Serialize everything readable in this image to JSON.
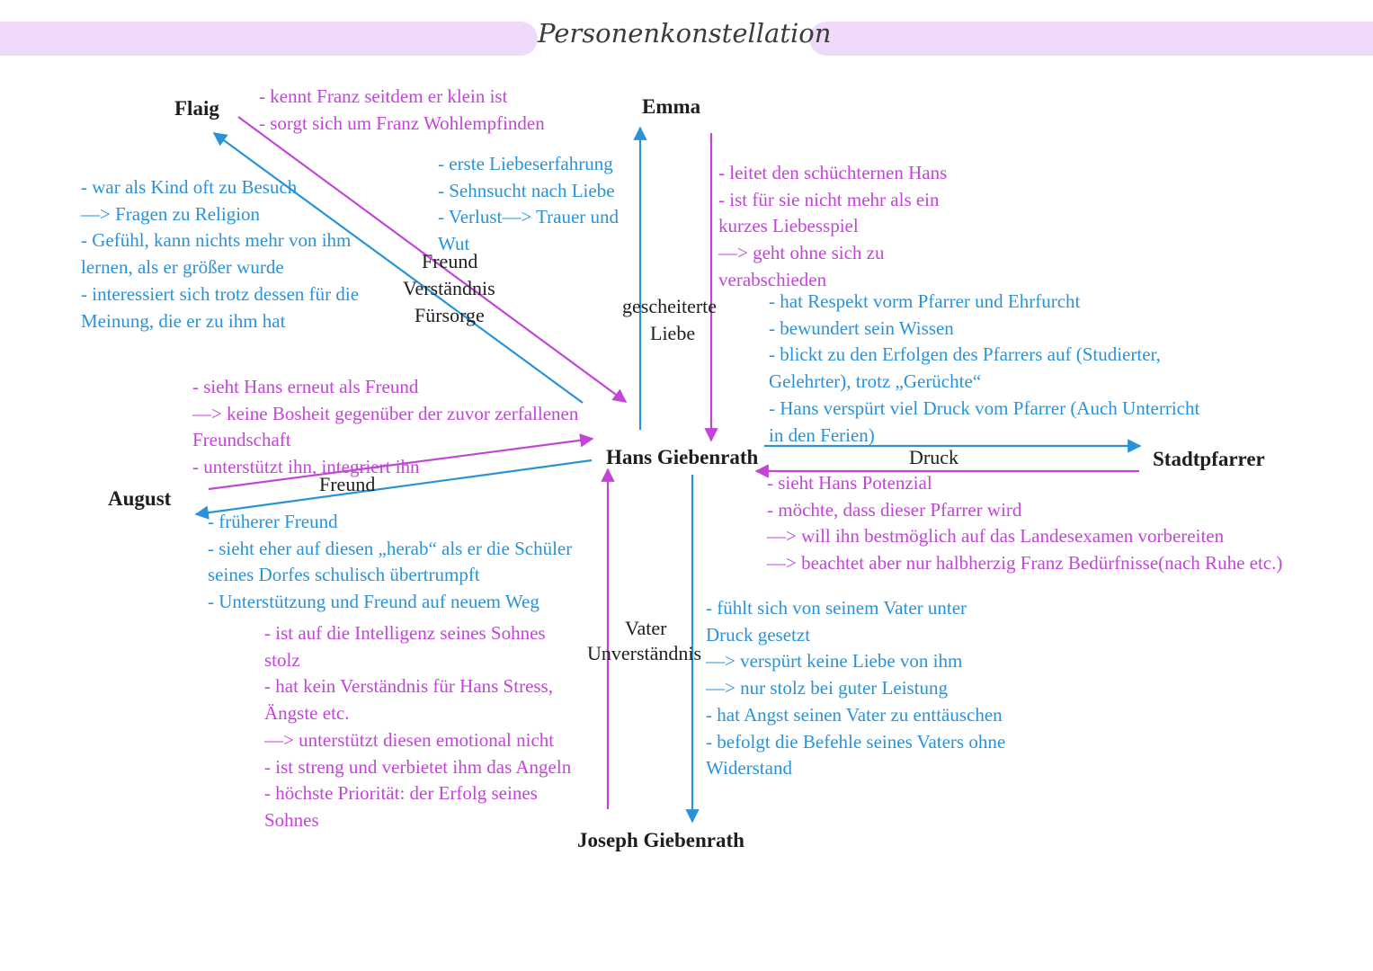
{
  "title": "Personenkonstellation",
  "colors": {
    "blue": "#2a93d8",
    "purple": "#c245d8",
    "band": "#efdaf9",
    "ink": "#1e1e1e"
  },
  "characters": {
    "hans": "Hans Giebenrath",
    "flaig": "Flaig",
    "emma": "Emma",
    "august": "August",
    "stadtpfarrer": "Stadtpfarrer",
    "joseph": "Joseph Giebenrath"
  },
  "relations": {
    "flaig": [
      "Freund",
      "Verständnis",
      "Fürsorge"
    ],
    "emma": [
      "gescheiterte",
      "Liebe"
    ],
    "august": "Freund",
    "stadtpfarrer": "Druck",
    "joseph": [
      "Vater",
      "Unverständnis"
    ]
  },
  "notes": {
    "flaig_about_hans": [
      "- kennt Franz seitdem er klein ist",
      "- sorgt sich um Franz Wohlempfinden"
    ],
    "hans_about_flaig": [
      "- war als Kind oft zu Besuch",
      "—> Fragen zu Religion",
      "- Gefühl, kann nichts mehr von ihm",
      "lernen, als er größer wurde",
      "- interessiert sich trotz dessen für die",
      "Meinung, die er zu ihm hat"
    ],
    "hans_about_emma": [
      "- erste Liebeserfahrung",
      "- Sehnsucht nach Liebe",
      "- Verlust—> Trauer und",
      "Wut"
    ],
    "emma_about_hans": [
      "- leitet den schüchternen Hans",
      "- ist für sie nicht mehr als ein",
      "kurzes Liebesspiel",
      "—> geht ohne sich zu",
      "verabschieden"
    ],
    "hans_about_pfarrer": [
      "- hat Respekt vorm Pfarrer und Ehrfurcht",
      "- bewundert sein Wissen",
      "- blickt zu den Erfolgen des Pfarrers auf (Studierter,",
      "Gelehrter), trotz „Gerüchte“",
      "- Hans verspürt viel Druck vom Pfarrer (Auch Unterricht",
      "in den Ferien)"
    ],
    "pfarrer_about_hans": [
      "- sieht Hans Potenzial",
      "- möchte, dass dieser Pfarrer wird",
      "—> will ihn bestmöglich auf das Landesexamen vorbereiten",
      "—> beachtet aber nur halbherzig Franz Bedürfnisse(nach Ruhe etc.)"
    ],
    "august_about_hans": [
      "- sieht Hans erneut als Freund",
      "—> keine Bosheit gegenüber der zuvor zerfallenen",
      "Freundschaft",
      "- unterstützt ihn, integriert ihn"
    ],
    "hans_about_august": [
      "- früherer Freund",
      "- sieht eher auf diesen „herab“ als er die Schüler",
      "seines Dorfes schulisch übertrumpft",
      "- Unterstützung und Freund auf neuem Weg"
    ],
    "joseph_about_hans": [
      "- ist auf die Intelligenz seines Sohnes",
      "stolz",
      "- hat kein Verständnis für Hans Stress,",
      "Ängste etc.",
      "—> unterstützt diesen emotional nicht",
      "- ist streng und verbietet ihm das Angeln",
      "- höchste Priorität: der Erfolg seines",
      "Sohnes"
    ],
    "hans_about_joseph": [
      "- fühlt sich von seinem Vater unter",
      "Druck gesetzt",
      "—> verspürt keine Liebe von ihm",
      "—> nur stolz bei guter Leistung",
      "- hat Angst seinen Vater zu enttäuschen",
      "- befolgt die Befehle seines Vaters ohne",
      "Widerstand"
    ]
  }
}
